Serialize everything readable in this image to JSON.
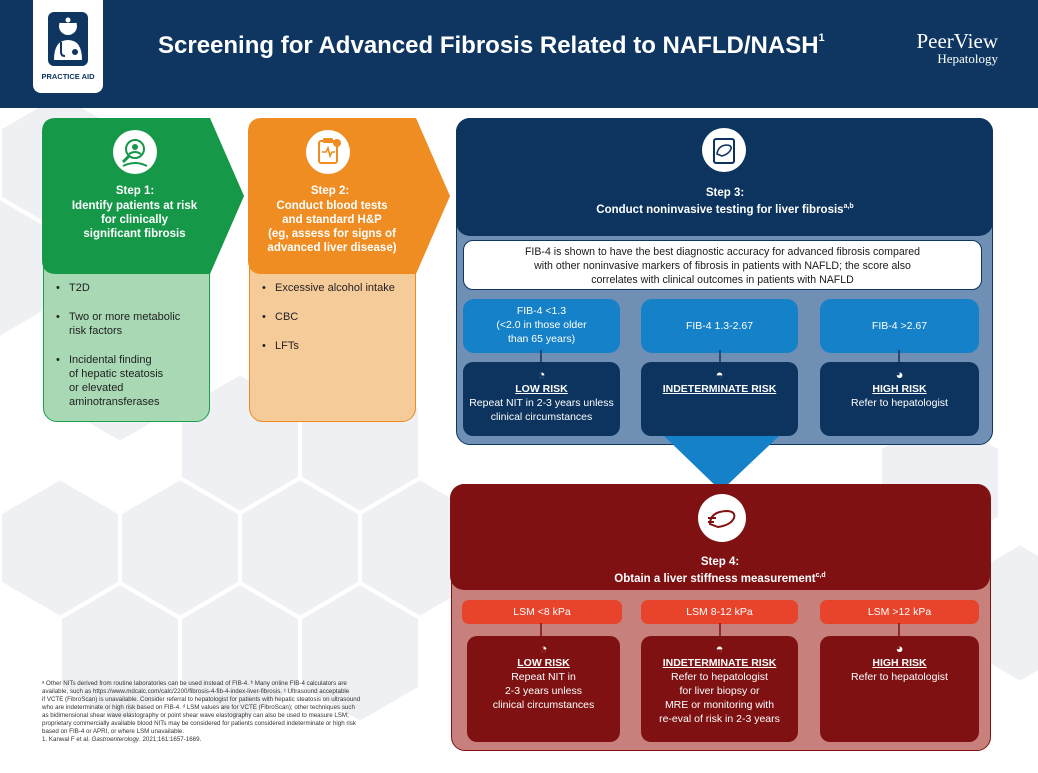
{
  "header": {
    "badge_label": "PRACTICE AID",
    "title": "Screening for Advanced Fibrosis Related to NAFLD/NASH",
    "title_sup": "1",
    "brand_name": "PeerView",
    "brand_sub": "Hepatology"
  },
  "step1": {
    "label": "Step 1:",
    "text": [
      "Identify patients at risk",
      "for clinically",
      "significant fibrosis"
    ],
    "items": [
      [
        "T2D"
      ],
      [
        "Two or more metabolic",
        "risk factors"
      ],
      [
        "Incidental finding",
        "of hepatic steatosis",
        "or elevated",
        "aminotransferases"
      ]
    ]
  },
  "step2": {
    "label": "Step 2:",
    "text": [
      "Conduct blood tests",
      "and standard H&P",
      "(eg, assess for signs of",
      "advanced liver disease)"
    ],
    "items": [
      "Excessive alcohol intake",
      "CBC",
      "LFTs"
    ]
  },
  "step3": {
    "label": "Step 3:",
    "text": "Conduct noninvasive testing for liver fibrosis",
    "sup": "a,b",
    "info": [
      "FIB-4 is shown to have the best diagnostic accuracy for advanced fibrosis compared",
      "with other noninvasive markers of fibrosis in patients with NAFLD; the score also",
      "correlates with clinical outcomes in patients with NAFLD"
    ],
    "fib": [
      [
        "FIB-4 <1.3",
        "(<2.0 in those older",
        "than 65 years)"
      ],
      [
        "FIB-4 1.3-2.67"
      ],
      [
        "FIB-4 >2.67"
      ]
    ],
    "risk": [
      {
        "title": "LOW RISK",
        "lines": [
          "Repeat NIT in 2-3 years unless",
          "clinical circumstances"
        ]
      },
      {
        "title": "INDETERMINATE RISK",
        "lines": []
      },
      {
        "title": "HIGH RISK",
        "lines": [
          "Refer to hepatologist"
        ]
      }
    ]
  },
  "step4": {
    "label": "Step 4:",
    "text": "Obtain a liver stiffness measurement",
    "sup": "c,d",
    "lsm": [
      "LSM <8 kPa",
      "LSM 8-12 kPa",
      "LSM >12 kPa"
    ],
    "risk": [
      {
        "title": "LOW RISK",
        "lines": [
          "Repeat NIT in",
          "2-3 years unless",
          "clinical circumstances"
        ]
      },
      {
        "title": "INDETERMINATE RISK",
        "lines": [
          "Refer to hepatologist",
          "for liver biopsy or",
          "MRE or monitoring with",
          "re-eval of risk in 2-3 years"
        ]
      },
      {
        "title": "HIGH RISK",
        "lines": [
          "Refer to hepatologist"
        ]
      }
    ]
  },
  "footnotes": [
    "ᵃ Other NITs derived from routine laboratories can be used instead of FIB-4. ᵇ Many online FIB-4 calculators are",
    "available, such as https://www.mdcalc.com/calc/2200/fibrosis-4-fib-4-index-liver-fibrosis. ᶜ Ultrasound acceptable",
    "if VCTE (FibroScan) is unavailable. Consider referral to hepatologist for patients with hepatic steatosis on ultrasound",
    "who are indeterminate or high risk based on FIB-4. ᵈ LSM values are for VCTE (FibroScan); other techniques such",
    "as bidimensional shear wave elastography or point shear wave elastography can also be used to measure LSM;",
    "proprietary commercially available blood NITs may be considered for patients considered indeterminate or high risk",
    "based on FIB-4 or APRI, or where LSM unavailable."
  ],
  "reference": {
    "pre": "1. Kanwal F et al. ",
    "journal": "Gastroenterology",
    "post": ". 2021;161:1657-1669."
  }
}
